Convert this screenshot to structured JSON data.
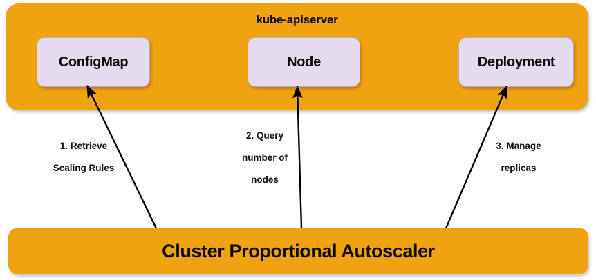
{
  "diagram": {
    "title": "kube-apiserver",
    "background_color": "#ffffff",
    "panel": {
      "name": "kube-apiserver",
      "label": "kube-apiserver",
      "color": "#efa310",
      "resources": [
        {
          "id": "configmap",
          "label": "ConfigMap",
          "color": "#e4dbec"
        },
        {
          "id": "node",
          "label": "Node",
          "color": "#e4dbec"
        },
        {
          "id": "deployment",
          "label": "Deployment",
          "color": "#e4dbec"
        }
      ]
    },
    "component": {
      "label": "Cluster Proportional Autoscaler",
      "color": "#efa310"
    },
    "flows": [
      {
        "id": "flow-1",
        "number": "1.",
        "line1": "1. Retrieve",
        "line2": "Scaling Rules",
        "line3": "",
        "from": "Cluster Proportional Autoscaler",
        "to": "ConfigMap",
        "arrow_color": "#000000"
      },
      {
        "id": "flow-2",
        "number": "2.",
        "line1": "2. Query",
        "line2": "number of",
        "line3": "nodes",
        "from": "Cluster Proportional Autoscaler",
        "to": "Node",
        "arrow_color": "#000000"
      },
      {
        "id": "flow-3",
        "number": "3.",
        "line1": "3. Manage",
        "line2": "replicas",
        "line3": "",
        "from": "Cluster Proportional Autoscaler",
        "to": "Deployment",
        "arrow_color": "#000000"
      }
    ]
  }
}
